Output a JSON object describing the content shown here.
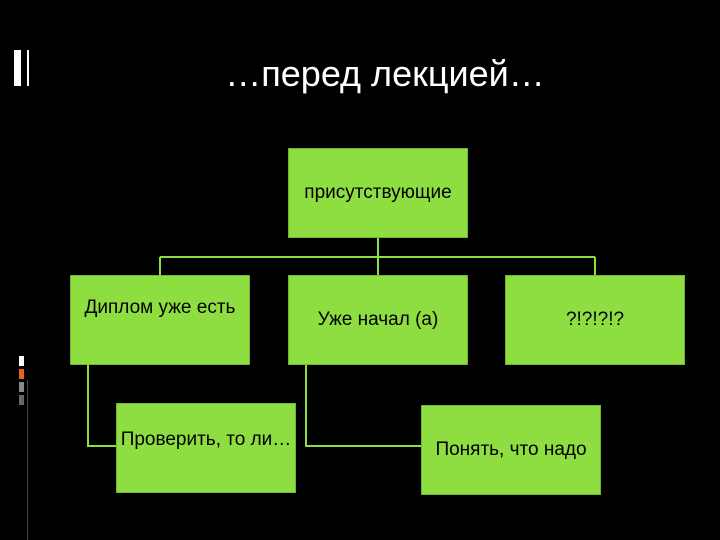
{
  "slide": {
    "title": "…перед лекцией…"
  },
  "diagram": {
    "root": "присутствующие",
    "level1": [
      "Диплом уже есть",
      "Уже начал (а)",
      "?!?!?!?"
    ],
    "level2": [
      "Проверить, то ли…",
      "Понять, что надо"
    ]
  },
  "colors": {
    "background": "#000000",
    "node_fill": "#8edd41",
    "connector": "#8edd41",
    "title_text": "#ffffff",
    "accent_orange": "#e8621f"
  }
}
